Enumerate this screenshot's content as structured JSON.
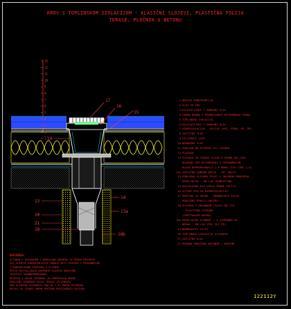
{
  "title": {
    "line1": "KROV S TOPLINSKOM IZOLACIJOM - KLASIČNI SLOJEVI, PLASTIČNA FOLIJA",
    "line2": "TERASE, PLOČNIK U BETONU"
  },
  "drawing_code": "122112Y",
  "left_numbers": [
    "13",
    "12",
    "11",
    "10",
    "9",
    "8",
    "7",
    "6",
    "5",
    "4",
    "3",
    "2",
    "1"
  ],
  "callouts": {
    "c17": "17",
    "c16": "16",
    "c15": "15",
    "c19": "19",
    "c14": "14",
    "c13": "13",
    "c13a": "13a",
    "c20": "20",
    "c21": "21",
    "c18": "18",
    "c18b": "18b"
  },
  "legend": [
    {
      "num": "1",
      "text": "NOSIVA KONSTRUKCIJA"
    },
    {
      "num": "2",
      "text": "SLOJ ZA PAD"
    },
    {
      "num": "3",
      "text": "DILATACIJSKI I ODRUŠNI SLOJ"
    },
    {
      "num": "4",
      "text": "PARNA BRANA I PREKRIVANJE BITUMENSKA TRAKA"
    },
    {
      "num": "5",
      "text": "TOPLINSKA IZOLACIJA"
    },
    {
      "num": "6",
      "text": "DILATACIJSKI I ODRUŠNI SLOJ"
    },
    {
      "num": "7",
      "text": "HIDROIZOLACIJA - FOLIJA (PVC, EPDM, PE, PP)"
    },
    {
      "num": "8",
      "text": "ZAŠTITNI SLOJ"
    },
    {
      "num": "9",
      "text": "FILTERSKI SLOJ"
    },
    {
      "num": "10",
      "text": "DRENAŽNI SLOJ"
    },
    {
      "num": "11",
      "text": "PODLOGA OD PIJESKA ILI LAPORA"
    },
    {
      "num": "12",
      "text": "PLOČNIK"
    },
    {
      "num": "13",
      "text": "SLIVNIK ZA TERASE KLASA B PREMA EN 1253"
    },
    {
      "num": "",
      "text": "ODVODNI DIO BITUMENSKI S PRIRUBNICOM"
    },
    {
      "num": "",
      "text": "KLASA NEPROPUSNOSTI 1,5 BARA (ŠTO ČINI 1,5)"
    },
    {
      "num": "13a",
      "text": "ZAŠTITNA GUMENA BRTVA - SET KOLUT"
    },
    {
      "num": "14",
      "text": "PODLOŠKA SLIVNIK PLAST S ODVODOM PROMJERA"
    },
    {
      "num": "",
      "text": "PRIKLJUČAK - DN 110 (KOMPLETAN)"
    },
    {
      "num": "15",
      "text": "PRIJELAZNI DIO SPOJA PREMA FOLIJI"
    },
    {
      "num": "16",
      "text": "SLIVNI DIO ZA HIDROIZOLACIJU"
    },
    {
      "num": "17",
      "text": "REŠETKA ZA ODVOD - NEHRĐAJUĆI ČELIK"
    },
    {
      "num": "",
      "text": "PODLOŽNI PROFIL OKVIRA"
    },
    {
      "num": "18",
      "text": "SLIVNIK S ODVODNOM CIJEVI DN 110"
    },
    {
      "num": "",
      "text": "- PLASTIČNA IZVEDBA"
    },
    {
      "num": "",
      "text": "(VERTIKALNI ODVOD)"
    },
    {
      "num": "18b",
      "text": "PRIKLJUČNI ELEMENT - S IZVEDBOM ZA"
    },
    {
      "num": "",
      "text": "ODVOD - DN 110 (PVC ILI PE)"
    },
    {
      "num": "19",
      "text": "NEHRĐAJUĆI VIJCI"
    },
    {
      "num": "20",
      "text": "TOPLINSKA IZOLACIJA SLIVNIKA"
    },
    {
      "num": "21",
      "text": "ZAŠTITNI SLOJ"
    },
    {
      "num": "22",
      "text": "POPUNA PROSTORA BETONOM / MORTOM"
    }
  ],
  "notes": {
    "title": "NAPOMENA:",
    "lines": [
      "SLIVNIK S GRIJANJEM I NEGRIJANI ODABIRU SE PREMA PROJEKTU",
      "SVI SLOJEVI HIDROIZOLACIJE MORAJU BITI SPOJENI S PRIRUBNICOM",
      "I KONTROLIRANO SPUŠTENI U SLIVNIK",
      "PRIJE POSTAVLJANJA ZAVRŠNIH SLOJEVA OBAVEZNO",
      "ISPITATI VODONEPROPUSNOST",
      "REŠETKA I OKVIR VISINSKI SE PODEŠAVAJU PREMA",
      "DEBLJINI ZAVRŠNOG SLOJA TERASE (PLOČNIKA)",
      "OKO SLIVNIKA OSIGURATI PAD OD 1-2% PREMA SLIVNIKU",
      "DETALJ SE IZVODI PREMA UPUTAMA PROIZVOĐAČA SUSTAVA"
    ]
  },
  "colors": {
    "background": "#000000",
    "text": "#ff2a2a",
    "insulation": "#ffff33",
    "membrane": "#ffffff",
    "water_layer": "#2b4cff",
    "cyan_lines": "#00e5ff",
    "green": "#33ff66",
    "gray_fill": "#b8b8b8",
    "code": "#ffff33"
  }
}
